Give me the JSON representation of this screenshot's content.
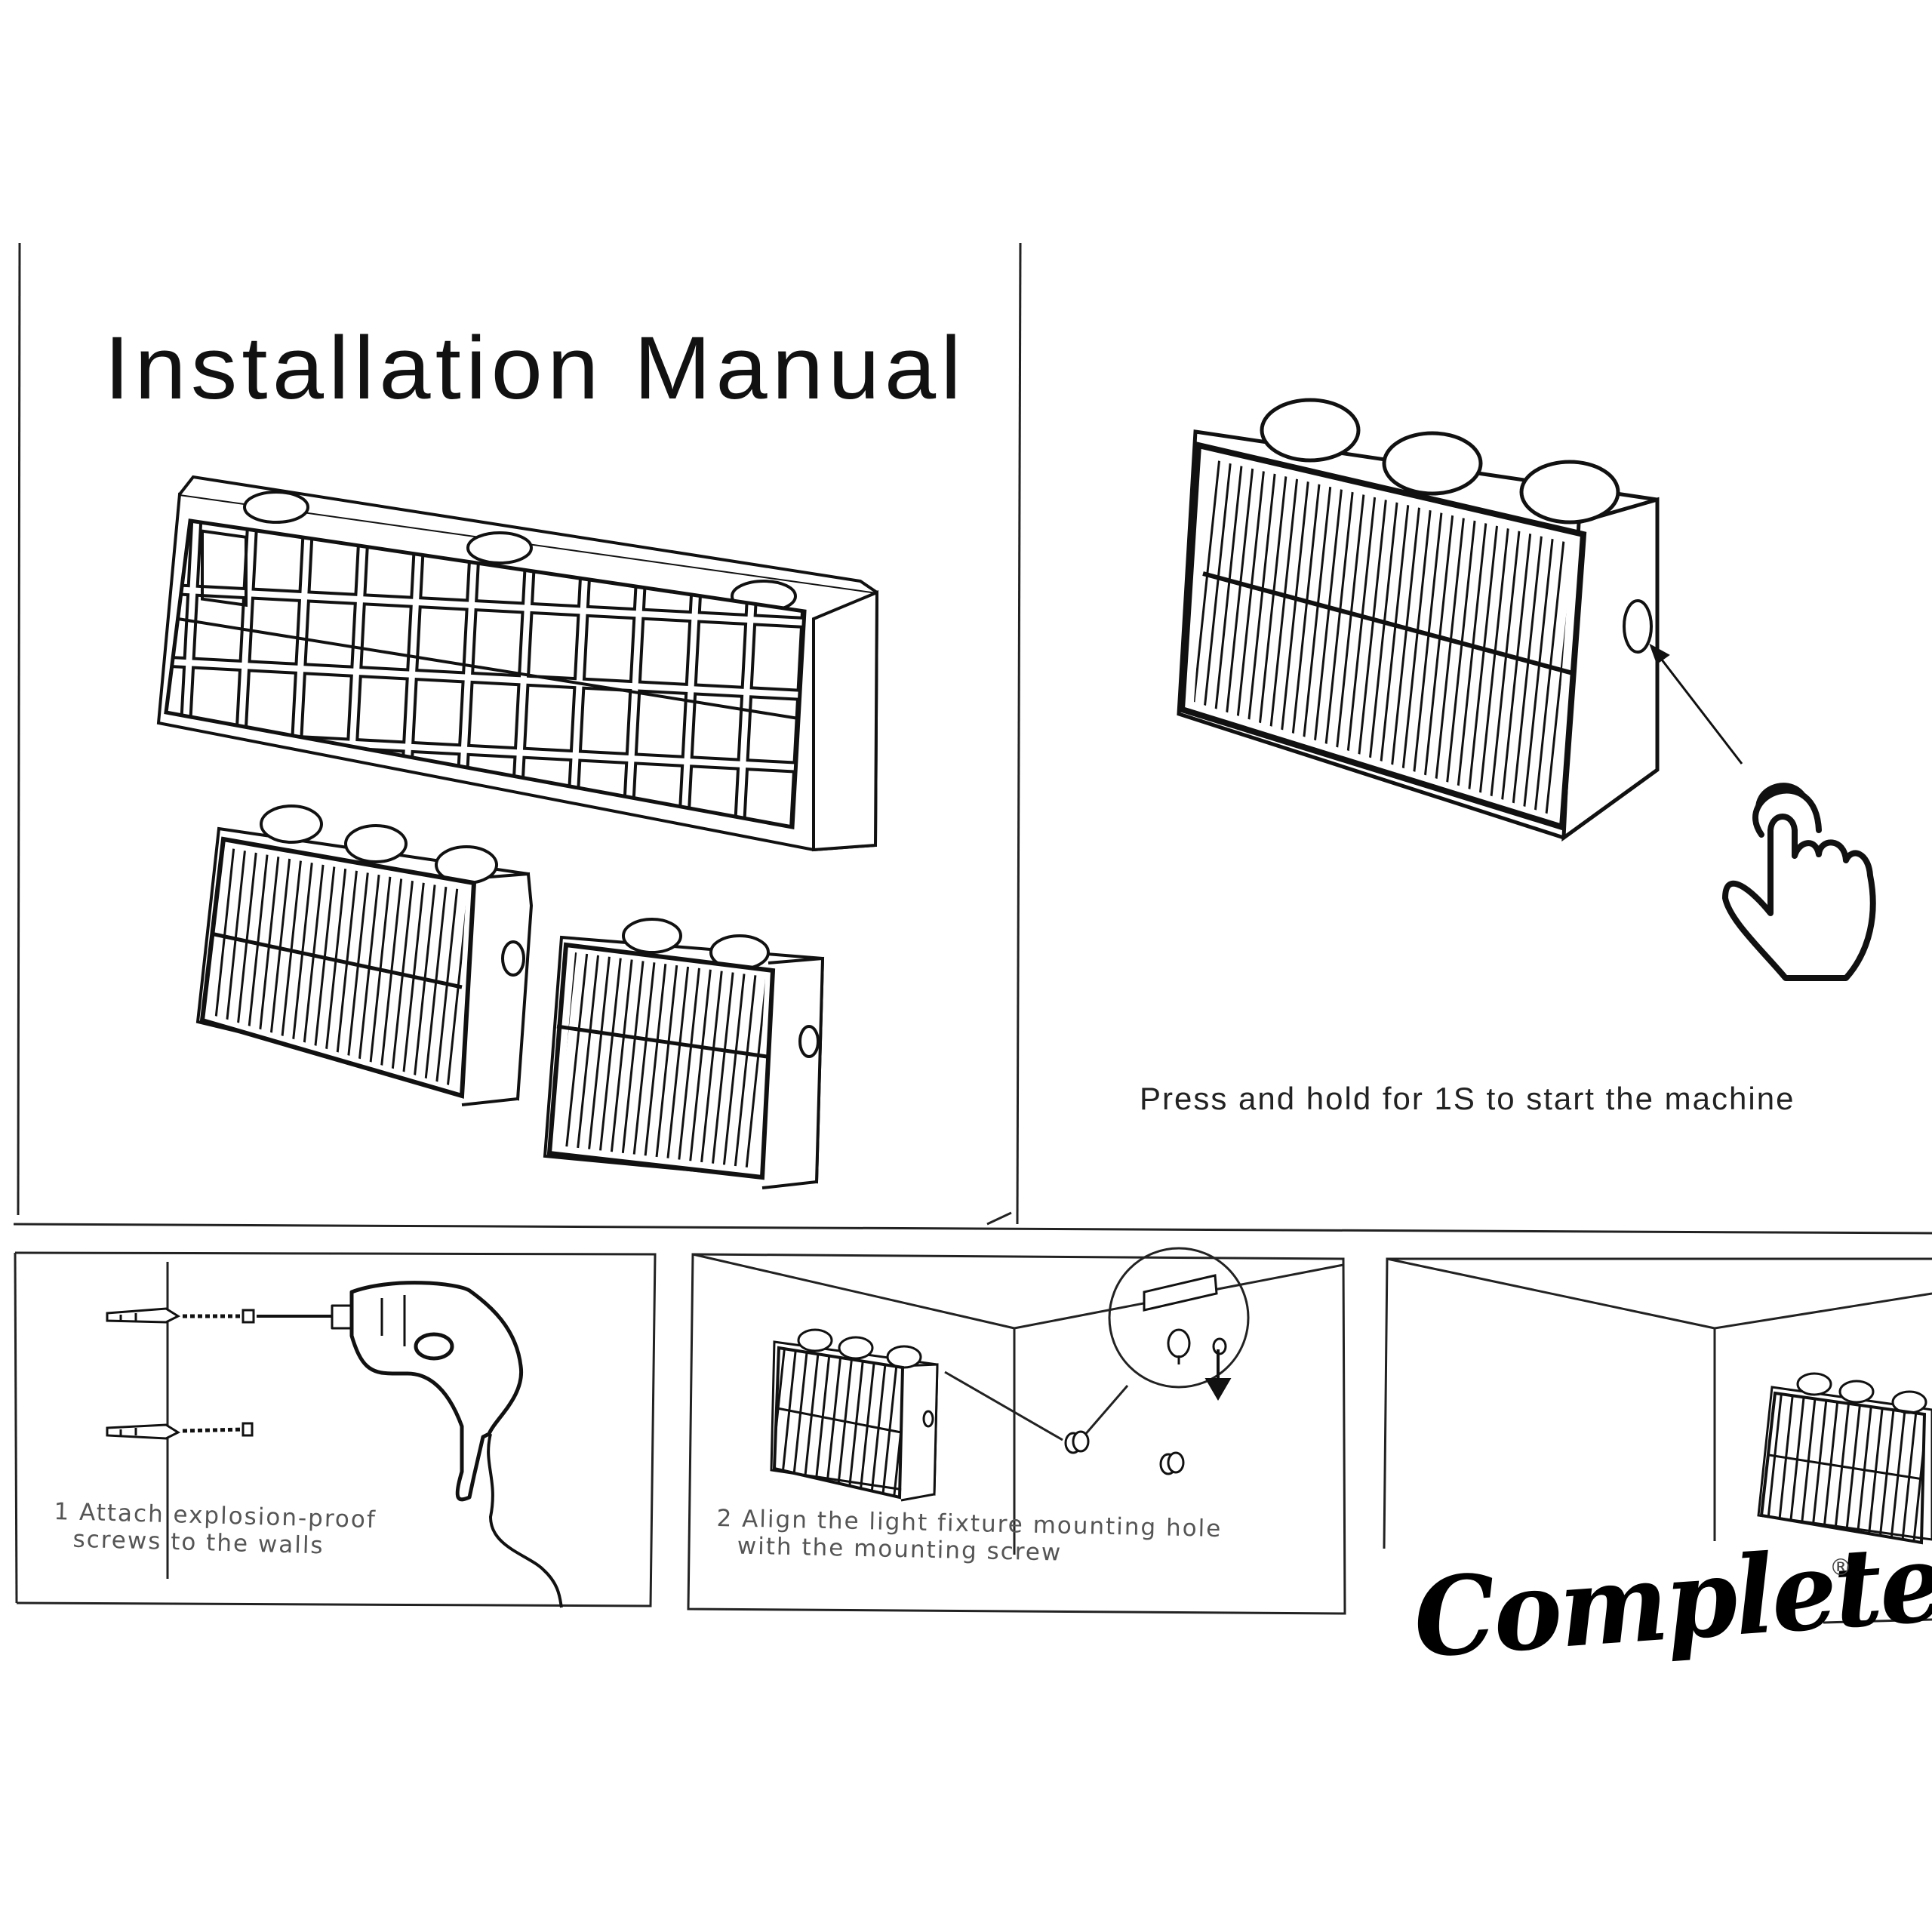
{
  "manual": {
    "title": "Installation Manual",
    "press_instruction": "Press and hold for 1S to start the machine"
  },
  "steps": [
    {
      "line1": "1 Attach explosion-proof",
      "line2": "screws to the walls"
    },
    {
      "line1": "2 Align the light fixture mounting hole",
      "line2": "with the mounting screw"
    }
  ],
  "brand": {
    "name": "Complete",
    "registered_mark": "®"
  },
  "illustration": {
    "ink_color": "#111111",
    "light_ink_color": "#333333",
    "paper_color": "#ffffff",
    "icons": [
      "solar-light-icon",
      "pointing-hand-icon",
      "power-button-icon",
      "drill-icon",
      "wall-anchor-icon",
      "screw-icon",
      "keyhole-icon",
      "down-arrow-icon"
    ]
  }
}
